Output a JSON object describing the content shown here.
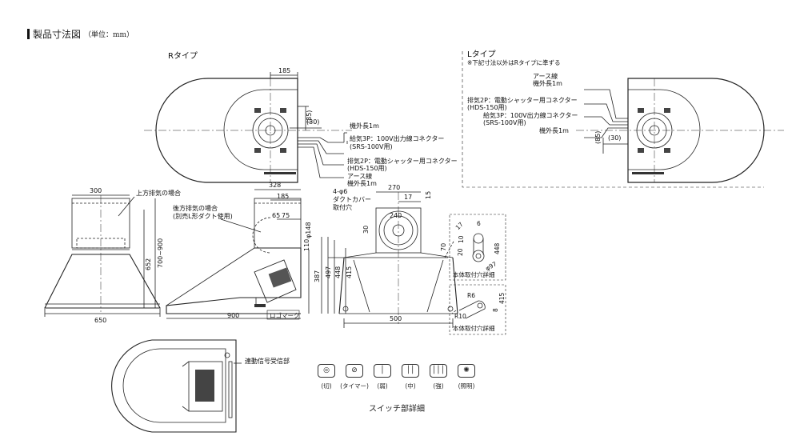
{
  "heading": {
    "title": "製品寸法図",
    "unit": "（単位：mm）"
  },
  "r_type": {
    "title": "Rタイプ",
    "dim_185": "185",
    "dim_85": "(85)",
    "dim_30": "(30)",
    "labels": {
      "cord_length": "機外長1m",
      "supply_line1": "給気3P：100V出力線コネクター",
      "supply_line2": "(SRS-100V用)",
      "exhaust_line1": "排気2P：電動シャッター用コネクター",
      "exhaust_line2": "(HDS-150用)",
      "earth_line1": "アース線",
      "earth_line2": "機外長1m"
    }
  },
  "l_type": {
    "title": "Lタイプ",
    "note": "※下記寸法以外はRタイプに準ずる",
    "dim_85": "(85)",
    "dim_30": "(30)",
    "labels": {
      "earth_line1": "アース線",
      "earth_line2": "機外長1m",
      "exhaust_line1": "排気2P：電動シャッター用コネクター",
      "exhaust_line2": "(HDS-150用)",
      "supply_line1": "給気3P：100V出力線コネクター",
      "supply_line2": "(SRS-100V用)",
      "cord_length": "機外長1m"
    }
  },
  "front_view": {
    "label_top_exhaust": "上方排気の場合",
    "dim_300": "300",
    "dim_652": "652",
    "dim_700_900": "700~900",
    "dim_650": "650"
  },
  "side_view": {
    "label_rear_exhaust1": "後方排気の場合",
    "label_rear_exhaust2": "(別売L形ダクト使用)",
    "dim_328": "328",
    "dim_185": "185",
    "dim_65": "65",
    "dim_75": "75",
    "dim_148": "φ148",
    "dim_110": "110",
    "dim_387": "387",
    "dim_497": "497",
    "dim_900": "900",
    "logo_mark": "ロゴマーク"
  },
  "back_view": {
    "label_holes1": "4-φ6",
    "label_holes2": "ダクトカバー",
    "label_holes3": "取付穴",
    "dim_270": "270",
    "dim_17": "17",
    "dim_15": "15",
    "dim_240": "240",
    "dim_30": "30",
    "dim_70": "70",
    "dim_448": "448",
    "dim_415": "415",
    "dim_500": "500"
  },
  "detail_1": {
    "dim_17": "17",
    "dim_6": "6",
    "dim_10": "10",
    "dim_20": "20",
    "dim_448": "448",
    "dim_97": "φ97",
    "caption": "本体取付穴詳細"
  },
  "detail_2": {
    "dim_r6": "R6",
    "dim_r10": "R10",
    "dim_8": "8",
    "dim_415": "415",
    "caption": "本体取付穴詳細"
  },
  "bottom_view": {
    "label_receiver": "連動信号受信部"
  },
  "switch_panel": {
    "buttons": [
      {
        "label": "(切)",
        "icon": "power-icon"
      },
      {
        "label": "(タイマー)",
        "icon": "timer-icon"
      },
      {
        "label": "(弱)",
        "icon": "fan-low-icon"
      },
      {
        "label": "(中)",
        "icon": "fan-mid-icon"
      },
      {
        "label": "(強)",
        "icon": "fan-high-icon"
      },
      {
        "label": "(照明)",
        "icon": "light-icon"
      }
    ],
    "caption": "スイッチ部詳細"
  }
}
